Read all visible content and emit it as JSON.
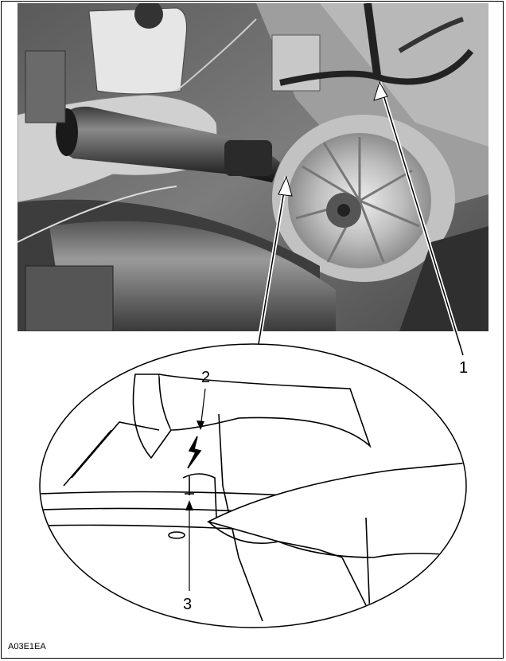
{
  "figure": {
    "callouts": [
      "1",
      "2",
      "3"
    ],
    "figure_code": "A03E1EA"
  }
}
